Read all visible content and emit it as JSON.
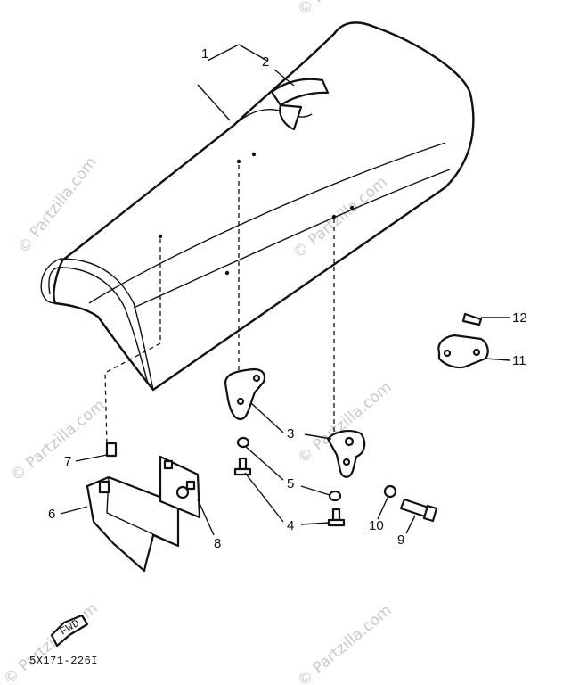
{
  "watermark": "© Partzilla.com",
  "callouts": [
    {
      "id": "1",
      "label": "1"
    },
    {
      "id": "2",
      "label": "2"
    },
    {
      "id": "3",
      "label": "3"
    },
    {
      "id": "4",
      "label": "4"
    },
    {
      "id": "5",
      "label": "5"
    },
    {
      "id": "6",
      "label": "6"
    },
    {
      "id": "7",
      "label": "7"
    },
    {
      "id": "8",
      "label": "8"
    },
    {
      "id": "9",
      "label": "9"
    },
    {
      "id": "10",
      "label": "10"
    },
    {
      "id": "11",
      "label": "11"
    },
    {
      "id": "12",
      "label": "12"
    }
  ],
  "fwd_label": "FWD",
  "diagram_code": "5X171-226I"
}
